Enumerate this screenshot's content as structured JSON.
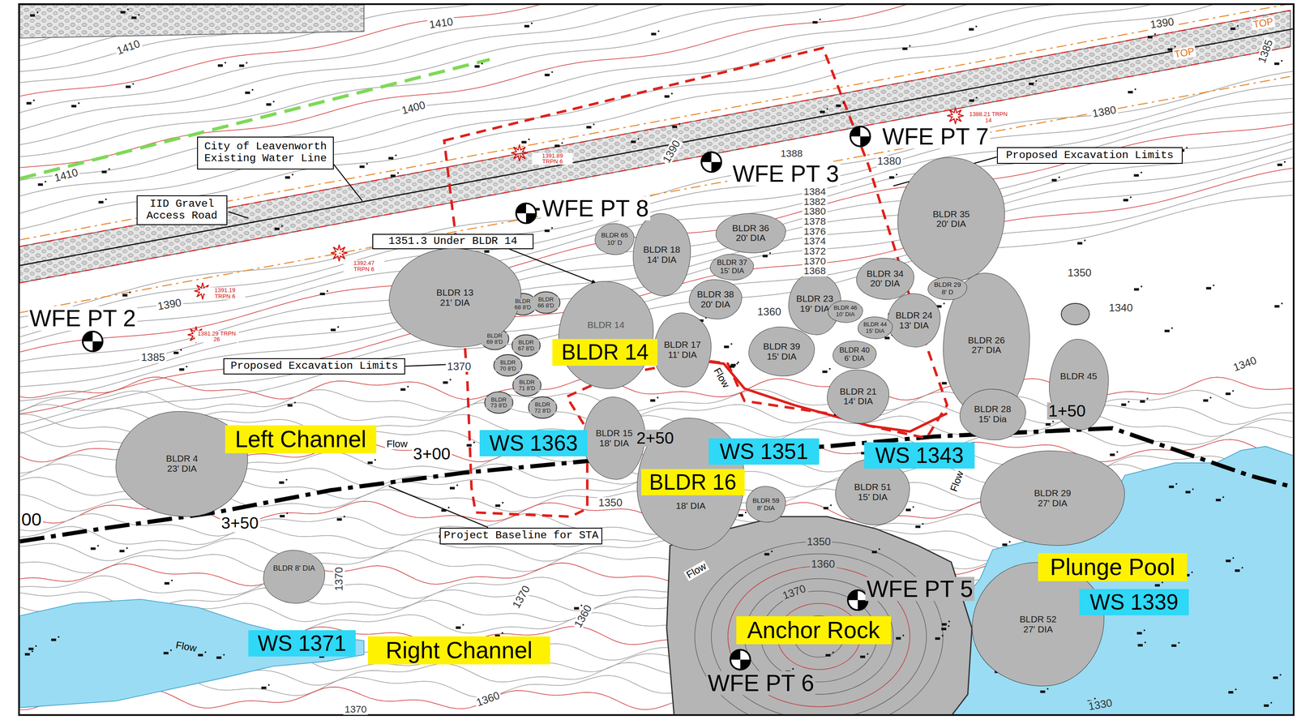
{
  "diagram": {
    "nodes": [
      {
        "text": [
          "City of Leavenworth Existing Water Line"
        ]
      },
      {
        "text": [
          "IID Gravel Access Road"
        ]
      },
      {
        "text": [
          "1351.3 Under BLDR 14"
        ]
      },
      {
        "text": [
          "BLDR 65 10' D"
        ]
      },
      {
        "text": [
          "BLDR 18 14' DIA"
        ]
      },
      {
        "text": [
          "BLDR 36 20' DIA"
        ]
      },
      {
        "text": [
          "BLDR 35 20' DIA"
        ]
      },
      {
        "text": [
          "Proposed Excavation Limits"
        ]
      },
      {
        "text": [
          "BLDR 37 15' DIA"
        ]
      },
      {
        "text": [
          "BLDR 13 21' DIA"
        ]
      },
      {
        "text": [
          "BLDR 34 20' DIA"
        ]
      },
      {
        "text": [
          "BLDR 38 20' DIA"
        ]
      },
      {
        "text": [
          "BLDR 23 19' DIA"
        ]
      },
      {
        "text": [
          "BLDR 26 27' DIA"
        ]
      },
      {
        "text": [
          "BLDR 29 8' D"
        ]
      },
      {
        "text": [
          "BLDR 14"
        ]
      },
      {
        "text": [
          "BLDR 24 13' DIA"
        ]
      },
      {
        "text": [
          "BLDR 46 10' DIA"
        ]
      },
      {
        "text": [
          "BLDR 44 15' DIA"
        ]
      },
      {
        "text": [
          "BLDR 17 11' DIA"
        ]
      },
      {
        "text": [
          "BLDR 39 15' DIA"
        ]
      },
      {
        "text": [
          "BLDR 40 6' DIA"
        ]
      },
      {
        "text": [
          "BLDR 45"
        ]
      },
      {
        "text": [
          "Proposed Excavation Limits"
        ]
      },
      {
        "text": [
          "BLDR 21 14' DIA"
        ]
      },
      {
        "text": [
          "BLDR 28 15' Dia"
        ]
      },
      {
        "text": [
          "BLDR 4 23' DIA"
        ]
      },
      {
        "text": [
          "BLDR 15 18' DIA"
        ]
      },
      {
        "text": [
          "18' DIA"
        ]
      },
      {
        "text": [
          "BLDR 29 27' DIA"
        ]
      },
      {
        "text": [
          "BLDR 51 15' DIA"
        ]
      },
      {
        "text": [
          "BLDR 59 8' DIA"
        ]
      },
      {
        "text": [
          "Project Baseline for STA"
        ]
      },
      {
        "text": [
          "BLDR 8' DIA"
        ]
      },
      {
        "text": [
          "BLDR 52 27' DIA"
        ]
      },
      {
        "text": [
          "BLDR 14"
        ]
      },
      {
        "text": [
          "Left Channel"
        ]
      },
      {
        "text": [
          "WS 1363"
        ]
      },
      {
        "text": [
          "WS 1351"
        ]
      },
      {
        "text": [
          "WS 1343"
        ]
      },
      {
        "text": [
          "BLDR 16"
        ]
      },
      {
        "text": [
          "Plunge Pool"
        ]
      },
      {
        "text": [
          "WS 1339"
        ]
      },
      {
        "text": [
          "Anchor Rock"
        ]
      },
      {
        "text": [
          "WS 1371"
        ]
      },
      {
        "text": [
          "Right Channel"
        ]
      }
    ],
    "edges": [
      {
        "from": 2,
        "to": 15,
        "arrow": "to"
      }
    ],
    "labels": [
      "1410",
      "1410",
      "1390",
      "TOP",
      "1385",
      "TOP",
      "1400",
      "1380",
      "1388.21 TRPN 14",
      "1391.89 TRPN 6",
      "1390",
      "1388",
      "1380",
      "1410",
      "1384",
      "1382",
      "1380",
      "1378",
      "1376",
      "1374",
      "1372",
      "1370",
      "1368",
      "1392.47 TRPN 6",
      "1391.19 TRPN 6",
      "1381.29 TRPN 26",
      "1390",
      "1385",
      "1370",
      "1360",
      "1350",
      "1340",
      "1340",
      "1350",
      "1370",
      "1370",
      "1360",
      "1360",
      "1370",
      "1350",
      "1360",
      "1370",
      "1330",
      "3+00",
      "2+50",
      "1+50",
      "3+50",
      "00",
      "Flow",
      "Flow",
      "Flow",
      "Flow",
      "Flow",
      "WFE PT 7",
      "WFE PT 3",
      "WFE PT 8",
      "WFE PT 2",
      "WFE PT 5",
      "WFE PT 6",
      "BLDR 68 8'D",
      "BLDR 66 8'D",
      "BLDR 69 8'D",
      "BLDR 67 8'D",
      "BLDR 70 8'D",
      "BLDR 71 8'D",
      "BLDR 73 8'D",
      "BLDR 72 8'D"
    ]
  }
}
